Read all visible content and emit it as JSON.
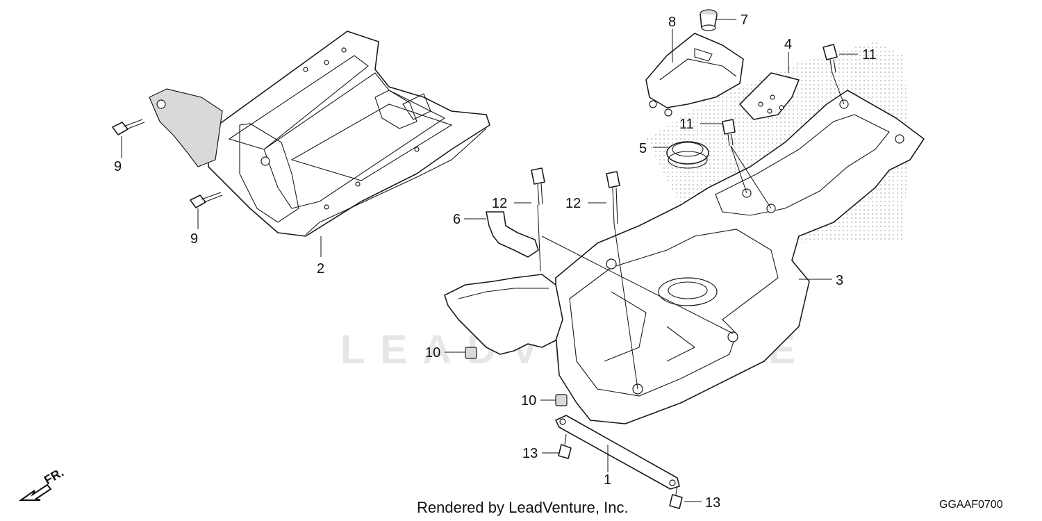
{
  "diagram": {
    "watermark": "LEADVENTURE",
    "credit": "Rendered by LeadVenture, Inc.",
    "code": "GGAAF0700",
    "direction_label": "FR.",
    "callouts": {
      "c1": "1",
      "c2": "2",
      "c3": "3",
      "c4": "4",
      "c5": "5",
      "c6": "6",
      "c7": "7",
      "c8": "8",
      "c9a": "9",
      "c9b": "9",
      "c10a": "10",
      "c10b": "10",
      "c11a": "11",
      "c11b": "11",
      "c12a": "12",
      "c12b": "12",
      "c13a": "13",
      "c13b": "13"
    }
  }
}
